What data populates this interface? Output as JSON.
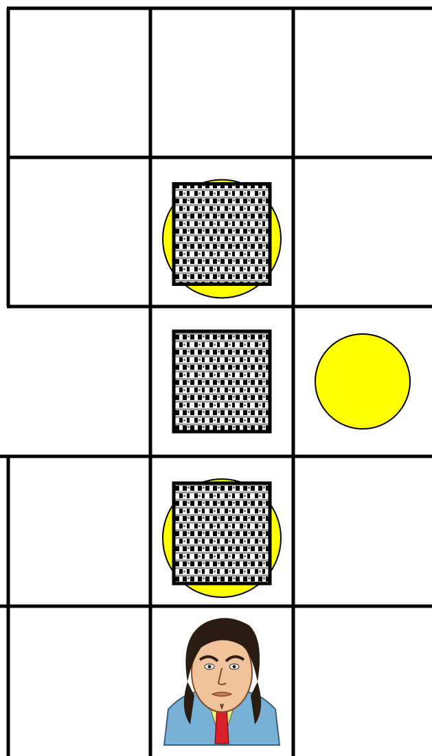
{
  "colors": {
    "background": "#ffffff",
    "grid_line": "#000000",
    "goal": "#ffff00",
    "box_light": "#ffffff",
    "box_dark": "#000000",
    "box_mid": "#9a9a9a",
    "skin": "#f1c39a",
    "hair": "#2a1c12",
    "jacket": "#78b0d6",
    "shirt": "#f0f070",
    "tie": "#d8202a"
  },
  "board": {
    "columns": 3,
    "rows": 5,
    "cells": [
      [
        {
          "type": "floor"
        },
        {
          "type": "floor"
        },
        {
          "type": "floor"
        }
      ],
      [
        {
          "type": "floor"
        },
        {
          "type": "box-on-goal"
        },
        {
          "type": "floor"
        }
      ],
      [
        {
          "type": "floor"
        },
        {
          "type": "box"
        },
        {
          "type": "goal"
        }
      ],
      [
        {
          "type": "floor"
        },
        {
          "type": "box-on-goal"
        },
        {
          "type": "floor"
        }
      ],
      [
        {
          "type": "floor"
        },
        {
          "type": "player"
        },
        {
          "type": "floor"
        }
      ]
    ]
  },
  "icons": {
    "goal": "yellow-circle-goal-icon",
    "box": "checkered-crate-icon",
    "player": "player-portrait-icon"
  }
}
